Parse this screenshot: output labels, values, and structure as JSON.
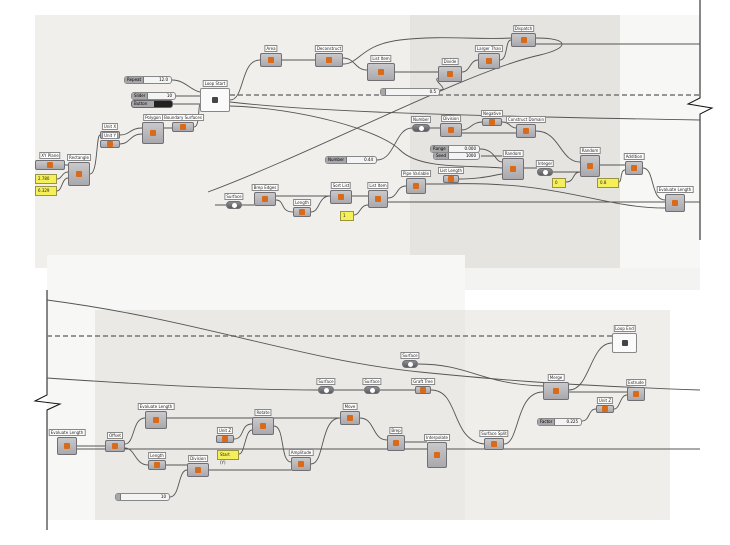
{
  "components": [
    {
      "label": "XY Plane"
    },
    {
      "label": "Rectangle"
    },
    {
      "label": "Unit X"
    },
    {
      "label": "Unit Y"
    },
    {
      "label": "Polygon"
    },
    {
      "label": "Boundary Surfaces"
    },
    {
      "label": "Loop Start"
    },
    {
      "label": "Area"
    },
    {
      "label": "Deconstruct"
    },
    {
      "label": "List Item"
    },
    {
      "label": "Divide"
    },
    {
      "label": "Larger Than"
    },
    {
      "label": "Dispatch"
    },
    {
      "label": "Number"
    },
    {
      "label": "Division"
    },
    {
      "label": "Negative"
    },
    {
      "label": "Construct Domain"
    },
    {
      "label": "Random"
    },
    {
      "label": "Integer"
    },
    {
      "label": "Random"
    },
    {
      "label": "Addition"
    },
    {
      "label": "Evaluate Length"
    },
    {
      "label": "Surface"
    },
    {
      "label": "Brep Edges"
    },
    {
      "label": "Length"
    },
    {
      "label": "Sort List"
    },
    {
      "label": "List Item"
    },
    {
      "label": "Pipe Variable"
    },
    {
      "label": "List Length"
    },
    {
      "label": "Evaluate Length"
    },
    {
      "label": "Offset"
    },
    {
      "label": "Evaluate Length"
    },
    {
      "label": "Length"
    },
    {
      "label": "Division"
    },
    {
      "label": "Unit Z"
    },
    {
      "label": "Rotate"
    },
    {
      "label": "Amplitude"
    },
    {
      "label": "Move"
    },
    {
      "label": "Surface"
    },
    {
      "label": "Surface"
    },
    {
      "label": "Graft Tree"
    },
    {
      "label": "Surface"
    },
    {
      "label": "Brep"
    },
    {
      "label": "Interpolate"
    },
    {
      "label": "Surface Split"
    },
    {
      "label": "Merge"
    },
    {
      "label": "Loop End"
    },
    {
      "label": "Extrude"
    },
    {
      "label": "Unit Z"
    }
  ],
  "panels": [
    {
      "text": "2.780"
    },
    {
      "text": "6.329"
    },
    {
      "text": "0"
    },
    {
      "text": "0.8"
    },
    {
      "text": "1"
    },
    {
      "text": "Start (Y)"
    }
  ],
  "sliders": [
    {
      "name": "Repeat",
      "value": "12.0"
    },
    {
      "name": "Slider",
      "value": "10"
    },
    {
      "name": "Number",
      "value": "0.44"
    },
    {
      "name": "Range",
      "value": "0.000"
    },
    {
      "name": "Seed",
      "value": "1000"
    },
    {
      "name": "",
      "value": "0.5"
    },
    {
      "name": "",
      "value": "10"
    },
    {
      "name": "Factor",
      "value": "0.225"
    }
  ],
  "button": {
    "label": "Button"
  }
}
